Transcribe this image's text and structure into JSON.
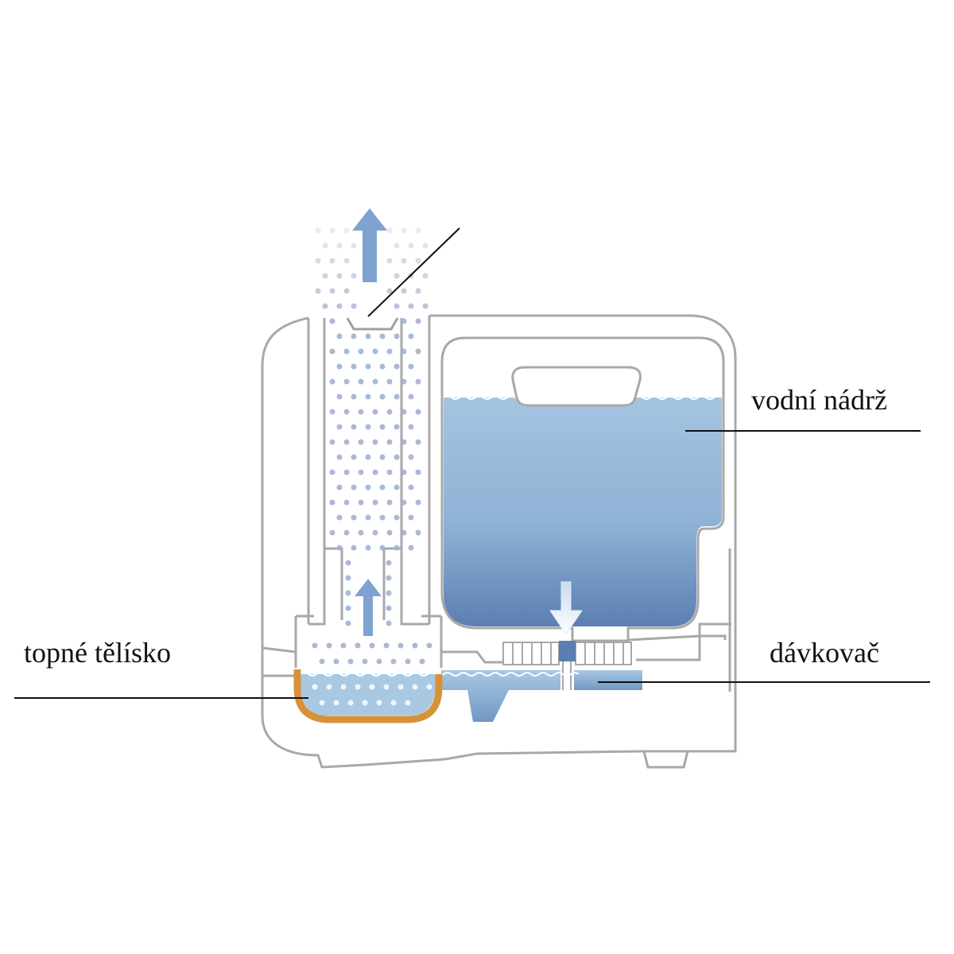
{
  "labels": {
    "water_tank": "vodní nádrž",
    "heating_element": "topné tělísko",
    "dispenser": "dávkovač"
  },
  "colors": {
    "outline": "#a8a8a8",
    "water_light": "#a9c8e2",
    "water_dark": "#5b80b2",
    "steam_dot": "#9fb3cf",
    "arrow": "#7fa3d1",
    "heater": "#d8913a",
    "leader": "#111111"
  }
}
